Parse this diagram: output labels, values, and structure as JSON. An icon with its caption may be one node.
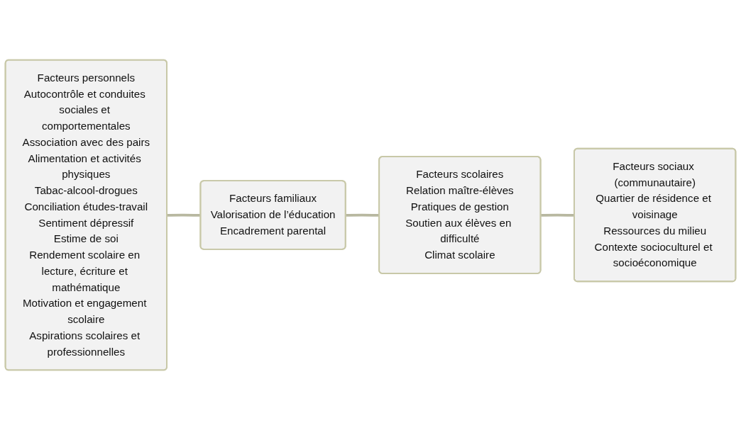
{
  "diagram": {
    "nodes": [
      {
        "text": [
          "Facteurs personnels",
          "Autocontrôle et conduites sociales et comportementales",
          "Association avec des pairs",
          "Alimentation et activités physiques",
          "Tabac-alcool-drogues",
          "Conciliation études-travail",
          "Sentiment dépressif",
          "Estime de soi",
          "Rendement scolaire en lecture, écriture et mathématique",
          "Motivation et engagement scolaire",
          "Aspirations scolaires et professionnelles"
        ]
      },
      {
        "text": [
          "Facteurs familiaux",
          "Valorisation de l’éducation",
          "Encadrement parental"
        ]
      },
      {
        "text": [
          "Facteurs scolaires",
          "Relation maître-élèves",
          "Pratiques de gestion",
          "Soutien aux élèves en difficulté",
          "Climat scolaire"
        ]
      },
      {
        "text": [
          "Facteurs sociaux (communautaire)",
          "Quartier de résidence et voisinage",
          "Ressources du milieu",
          "Contexte socioculturel et socioéconomique"
        ]
      }
    ],
    "edges": [
      {
        "from": 0,
        "to": 1,
        "arrow": "none"
      },
      {
        "from": 1,
        "to": 2,
        "arrow": "none"
      },
      {
        "from": 2,
        "to": 3,
        "arrow": "none"
      }
    ]
  }
}
